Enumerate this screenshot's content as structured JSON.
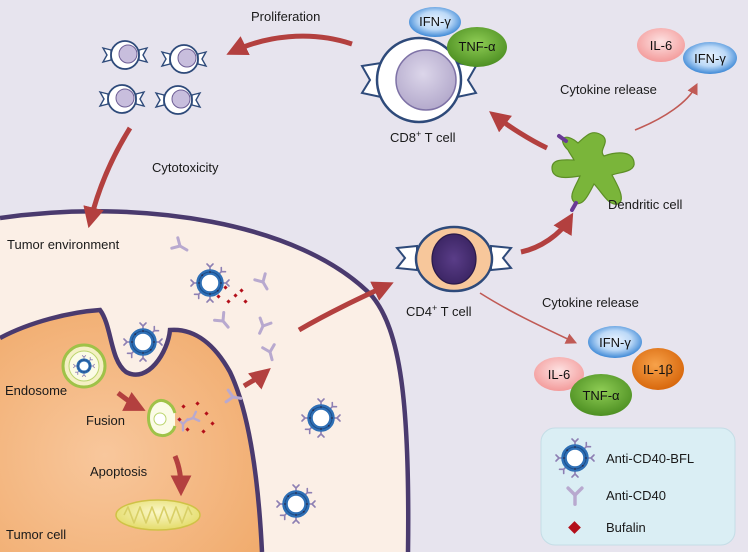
{
  "labels": {
    "proliferation": "Proliferation",
    "cytotoxicity": "Cytotoxicity",
    "cd8_cell_main": "CD8",
    "cd8_cell_sup": "+",
    "cd8_cell_tail": " T cell",
    "cd4_cell_main": "CD4",
    "cd4_cell_sup": "+",
    "cd4_cell_tail": " T cell",
    "dendritic_cell": "Dendritic cell",
    "cytokine_release_top": "Cytokine release",
    "cytokine_release_bottom": "Cytokine release",
    "tumor_environment": "Tumor environment",
    "endosome": "Endosome",
    "fusion": "Fusion",
    "apoptosis": "Apoptosis",
    "tumor_cell": "Tumor cell"
  },
  "cytokines": {
    "cd8_ifn": "IFN-γ",
    "cd8_tnf": "TNF-α",
    "dc_il6": "IL-6",
    "dc_ifn": "IFN-γ",
    "cd4_ifn": "IFN-γ",
    "cd4_il6": "IL-6",
    "cd4_tnf": "TNF-α",
    "cd4_il1b": "IL-1β"
  },
  "legend": {
    "items": [
      {
        "label": "Anti-CD40-BFL",
        "icon": "nanoparticle-icon"
      },
      {
        "label": "Anti-CD40",
        "icon": "antibody-icon"
      },
      {
        "label": "Bufalin",
        "icon": "diamond-icon"
      }
    ]
  },
  "colors": {
    "arrow": "#b3403f",
    "ifn": "#3d88d6",
    "tnf": "#5aa028",
    "il6": "#f4a4a4",
    "il1b": "#e87b18",
    "tumor_cell": "#f4b680",
    "tumor_env": "#fbefe6",
    "membrane": "#4a3a6e",
    "dendritic": "#7ab53a",
    "legend_bg": "#daeef4"
  }
}
